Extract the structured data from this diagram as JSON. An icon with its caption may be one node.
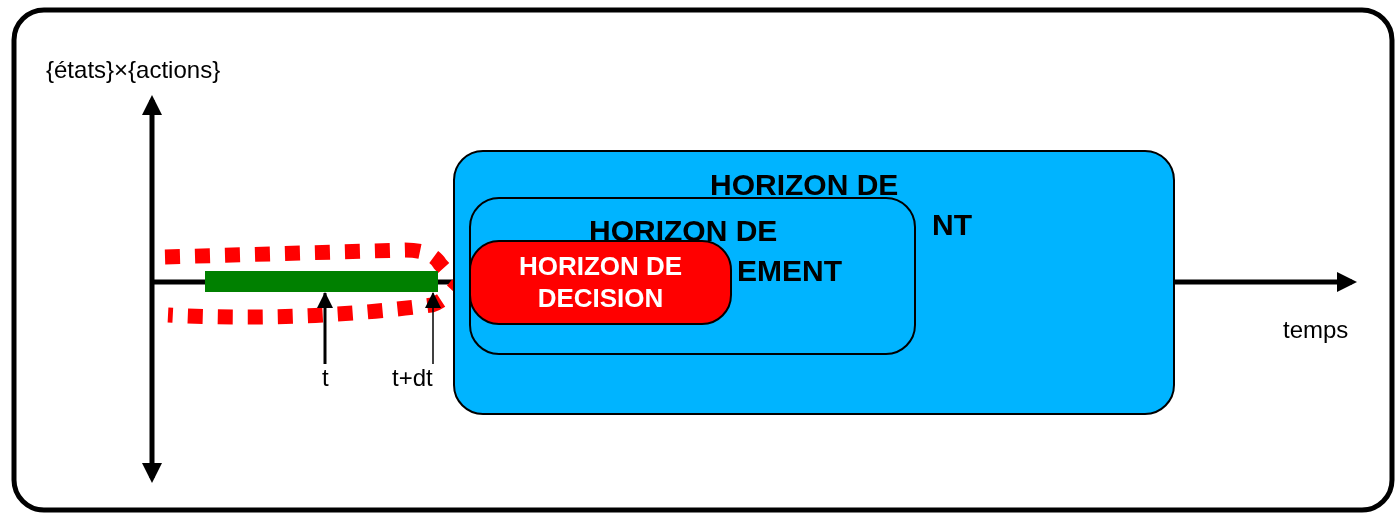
{
  "diagram": {
    "nodes": [
      {
        "text": [
          "HORIZON DE",
          "NT"
        ]
      },
      {
        "text": [
          "HORIZON DE",
          "EMENT"
        ],
        "in": 0
      },
      {
        "text": [
          "HORIZON DE DECISION"
        ],
        "in": 1
      },
      {
        "text": [
          "t"
        ]
      },
      {
        "text": [
          "t+dt"
        ]
      },
      {
        "text": [],
        "shape": "bar"
      }
    ],
    "edges": [
      {
        "from": 3,
        "to": 5,
        "arrow": "to"
      },
      {
        "from": 4,
        "to": 5,
        "arrow": "to"
      }
    ],
    "labels": [
      "{états}×{actions}",
      "temps"
    ]
  }
}
